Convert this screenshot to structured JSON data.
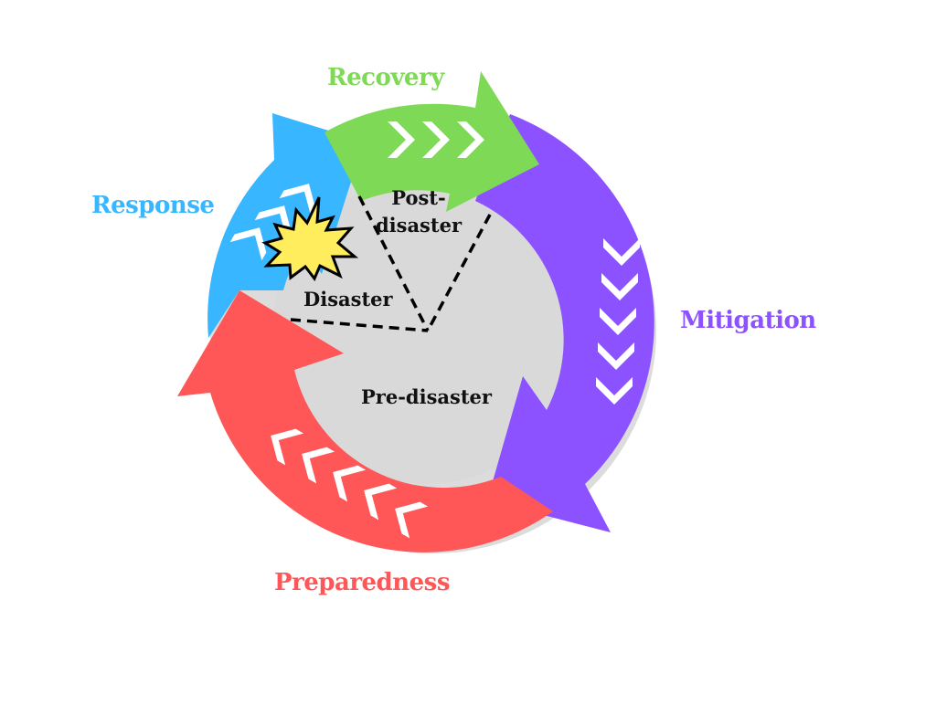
{
  "diagram": {
    "title": "Disaster management cycle",
    "phases": [
      {
        "id": "recovery",
        "label": "Recovery",
        "color": "#7ed957",
        "chevron_count": 3
      },
      {
        "id": "mitigation",
        "label": "Mitigation",
        "color": "#8c52ff",
        "chevron_count": 5
      },
      {
        "id": "preparedness",
        "label": "Preparedness",
        "color": "#ff5757",
        "chevron_count": 5
      },
      {
        "id": "response",
        "label": "Response",
        "color": "#38b6ff",
        "chevron_count": 3
      }
    ],
    "zones": {
      "post_disaster": "Post-\ndisaster",
      "disaster": "Disaster",
      "pre_disaster": "Pre-disaster"
    },
    "center_color": "#d9d9d9",
    "burst_color": "#ffed5e",
    "burst_icon": "explosion-icon"
  }
}
